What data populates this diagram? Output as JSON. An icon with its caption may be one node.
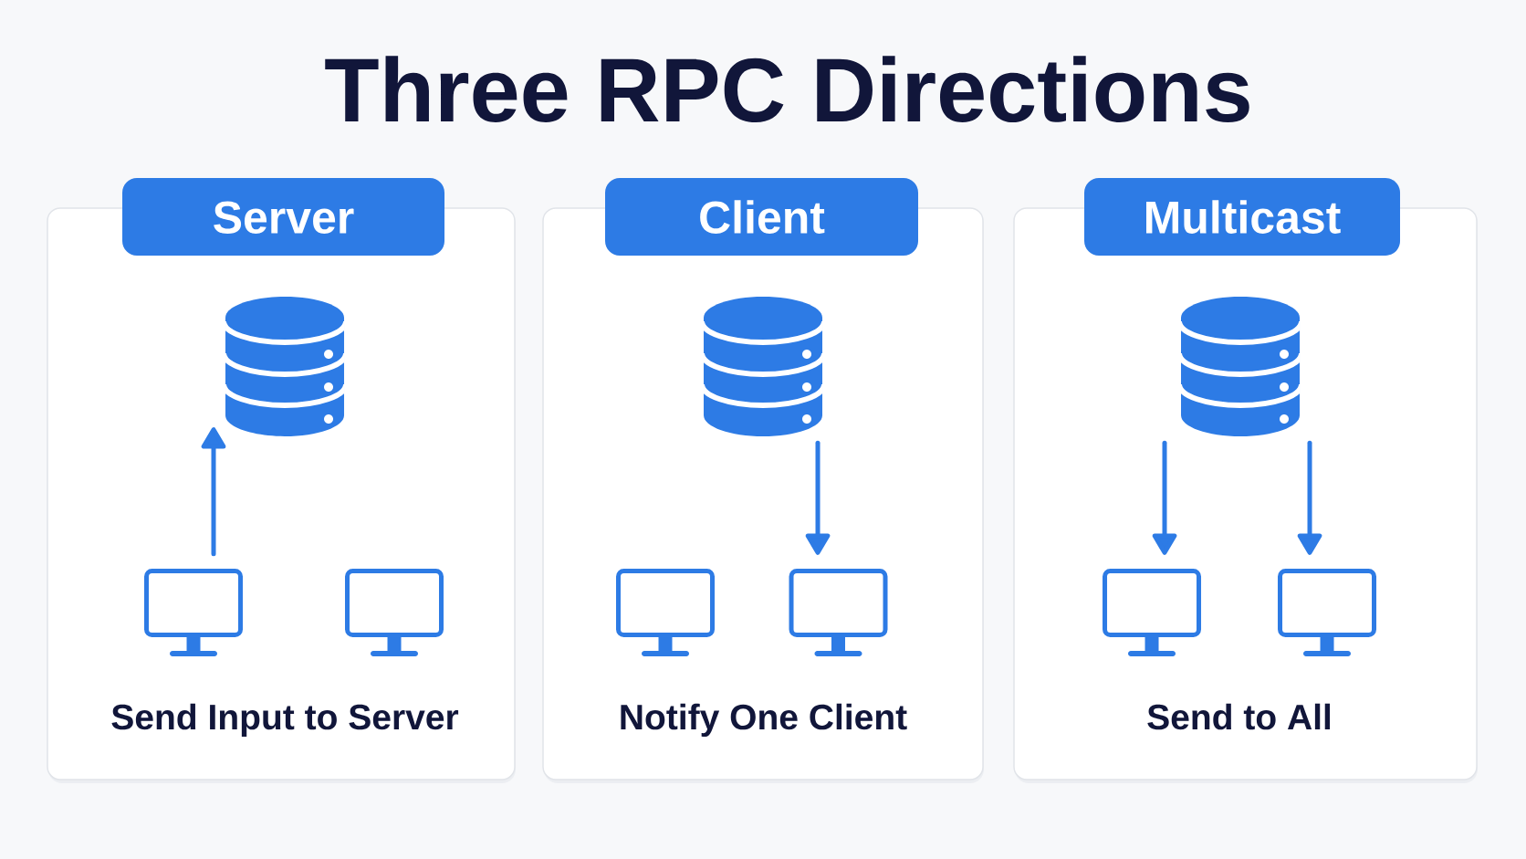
{
  "diagram": {
    "title": "Three RPC Directions",
    "nodes": [
      {
        "text": [
          "Server"
        ]
      },
      {
        "text": [
          "Send Input to Server"
        ]
      },
      {
        "text": [],
        "shape": "cylinder",
        "in": 1
      },
      {
        "text": [],
        "shape": "monitor",
        "in": 1
      },
      {
        "text": [],
        "shape": "monitor",
        "in": 1
      },
      {
        "text": [
          "Client"
        ]
      },
      {
        "text": [
          "Notify One Client"
        ]
      },
      {
        "text": [],
        "shape": "cylinder",
        "in": 6
      },
      {
        "text": [],
        "shape": "monitor",
        "in": 6
      },
      {
        "text": [],
        "shape": "monitor",
        "in": 6
      },
      {
        "text": [
          "Multicast"
        ]
      },
      {
        "text": [
          "Send to All"
        ]
      },
      {
        "text": [],
        "shape": "cylinder",
        "in": 11
      },
      {
        "text": [],
        "shape": "monitor",
        "in": 11
      },
      {
        "text": [],
        "shape": "monitor",
        "in": 11
      }
    ],
    "edges": [
      {
        "from": 3,
        "to": 2,
        "arrow": "to"
      },
      {
        "from": 7,
        "to": 9,
        "arrow": "to"
      },
      {
        "from": 12,
        "to": 13,
        "arrow": "to"
      },
      {
        "from": 12,
        "to": 14,
        "arrow": "to"
      }
    ]
  }
}
